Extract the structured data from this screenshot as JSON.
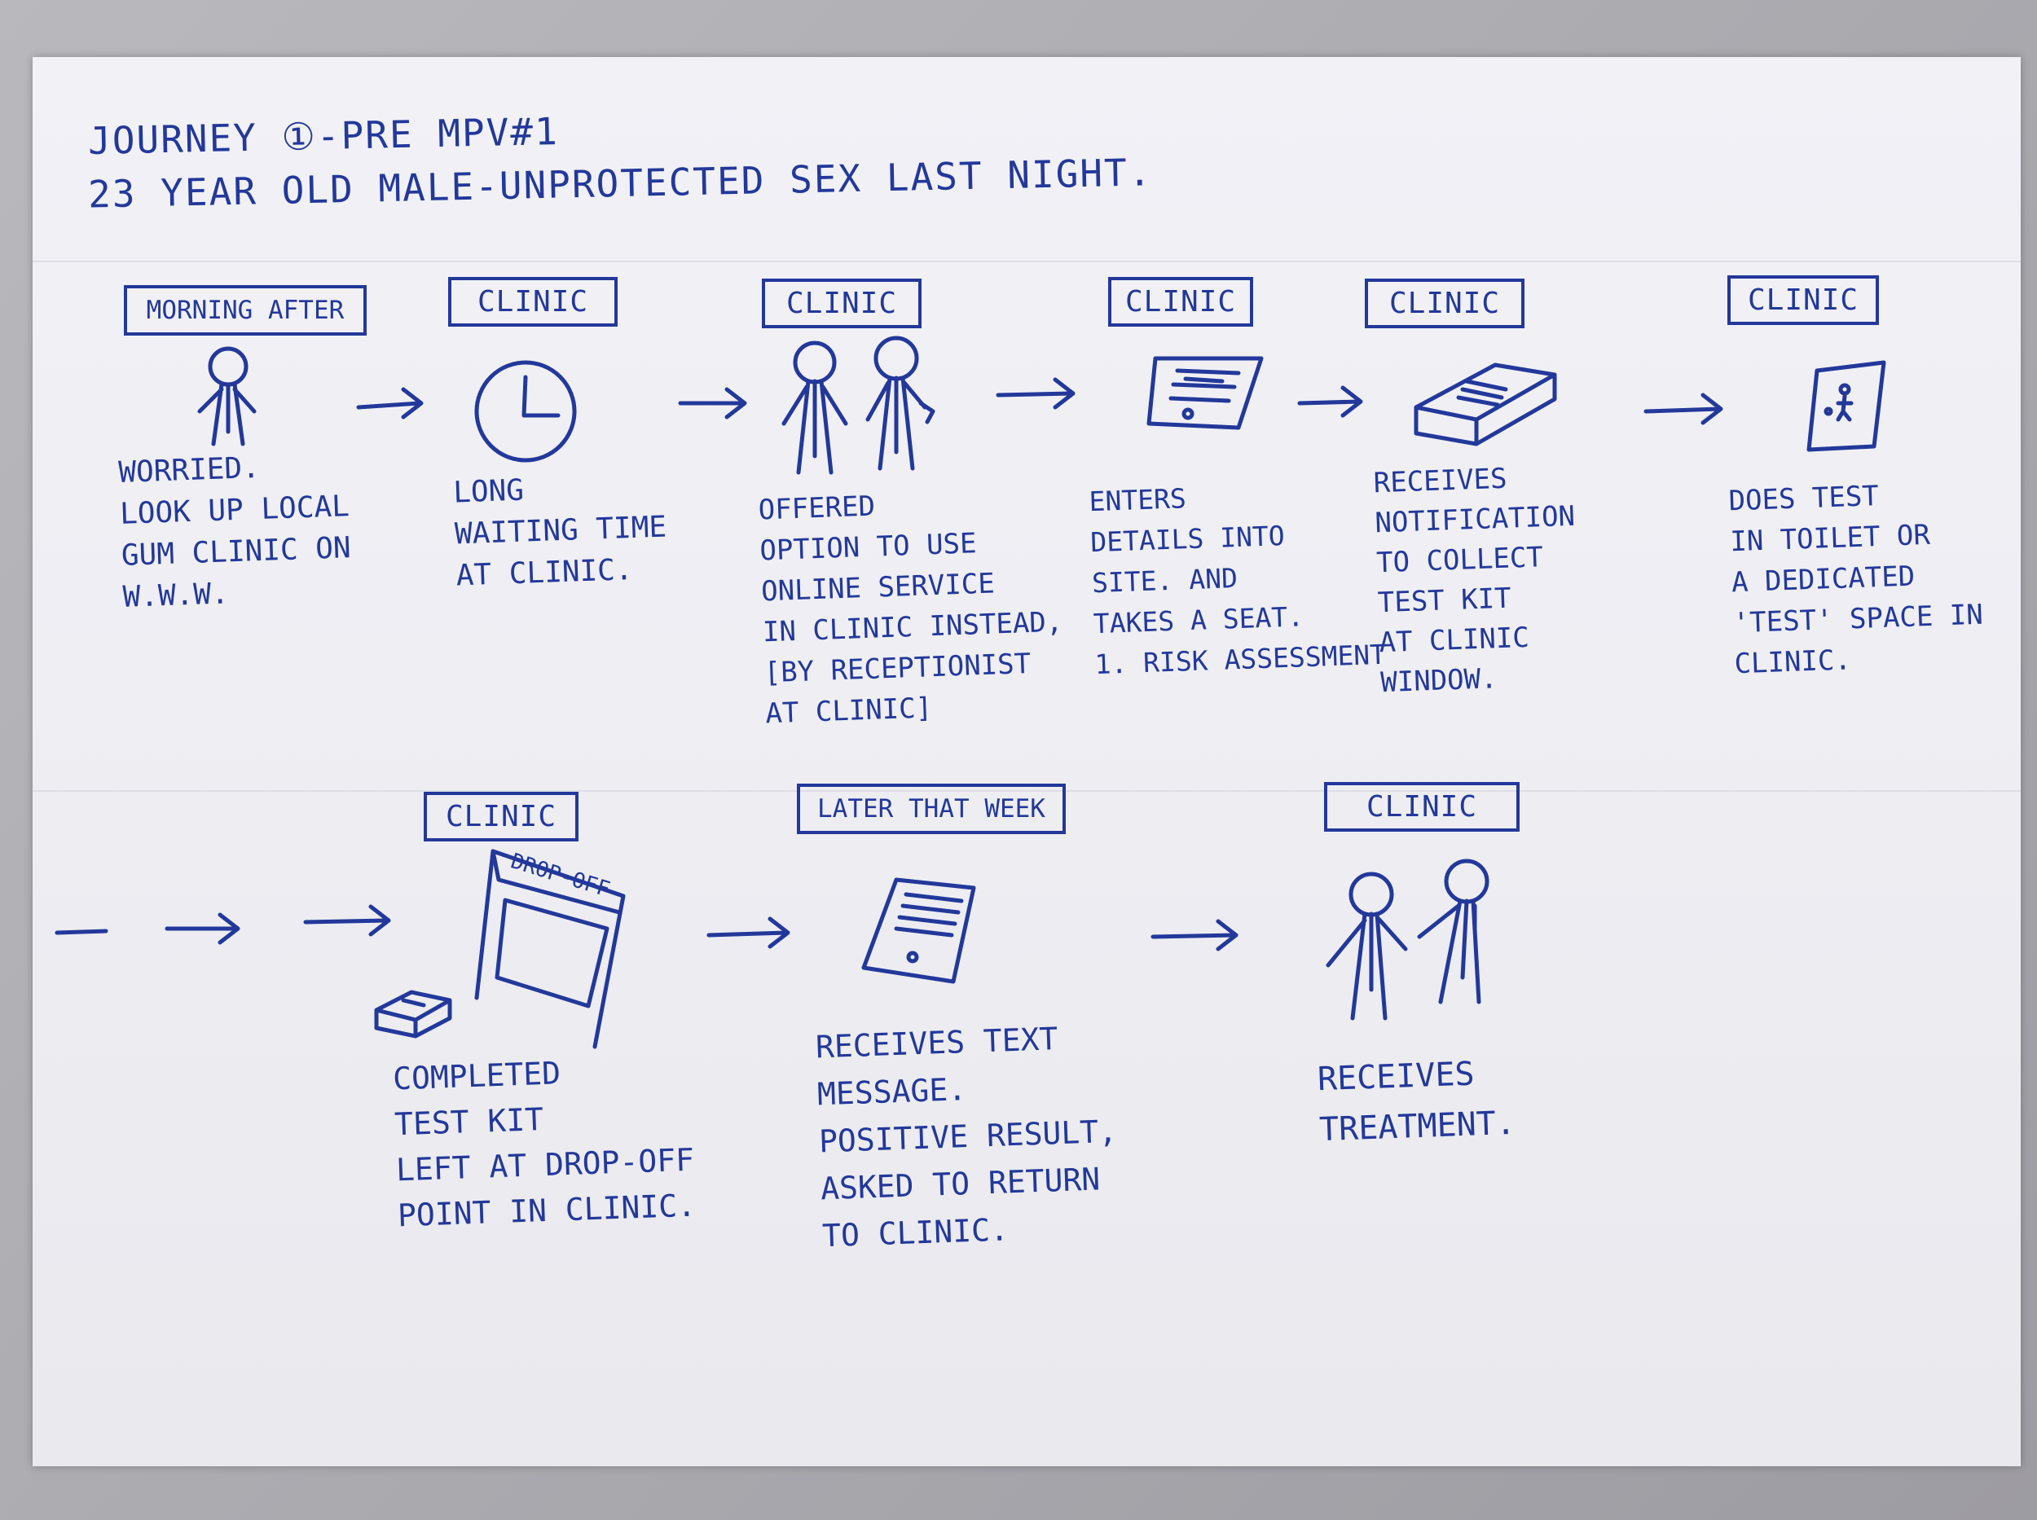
{
  "header": {
    "title_line1": "JOURNEY ①-PRE MPV#1",
    "title_line2": "23 YEAR OLD MALE-UNPROTECTED SEX LAST NIGHT."
  },
  "row1": [
    {
      "label": "MORNING AFTER",
      "note": "WORRIED.\nLOOK UP LOCAL\nGUM CLINIC ON\nW.W.W.",
      "icon": "person-icon"
    },
    {
      "label": "CLINIC",
      "note": "LONG\nWAITING TIME\nAT CLINIC.",
      "icon": "clock-icon"
    },
    {
      "label": "CLINIC",
      "note": "OFFERED\nOPTION TO USE\nONLINE SERVICE\nIN CLINIC INSTEAD,\n[BY RECEPTIONIST\nAT CLINIC]",
      "icon": "two-people-icon"
    },
    {
      "label": "CLINIC",
      "note": "ENTERS\nDETAILS INTO\nSITE. AND\nTAKES A SEAT.\n1. RISK ASSESSMENT",
      "icon": "tablet-icon"
    },
    {
      "label": "CLINIC",
      "note": "RECEIVES\nNOTIFICATION\nTO COLLECT\nTEST KIT\nAT CLINIC\nWINDOW.",
      "icon": "test-kit-box-icon"
    },
    {
      "label": "CLINIC",
      "note": "DOES TEST\nIN TOILET OR\nA DEDICATED\n'TEST' SPACE IN\nCLINIC.",
      "icon": "toilet-door-icon"
    }
  ],
  "row2": [
    {
      "label": "CLINIC",
      "note": "COMPLETED\nTEST KIT\nLEFT AT DROP-OFF\nPOINT IN CLINIC.",
      "icon": "drop-off-point-icon",
      "sign": "DROP-OFF"
    },
    {
      "label": "LATER THAT WEEK",
      "note": "RECEIVES TEXT\nMESSAGE.\nPOSITIVE RESULT,\nASKED TO RETURN\nTO CLINIC.",
      "icon": "phone-message-icon"
    },
    {
      "label": "CLINIC",
      "note": "RECEIVES\nTREATMENT.",
      "icon": "two-people-icon"
    }
  ],
  "colors": {
    "ink": "#23389a",
    "paper": "#eeeef3",
    "background": "#a9a9ae"
  }
}
